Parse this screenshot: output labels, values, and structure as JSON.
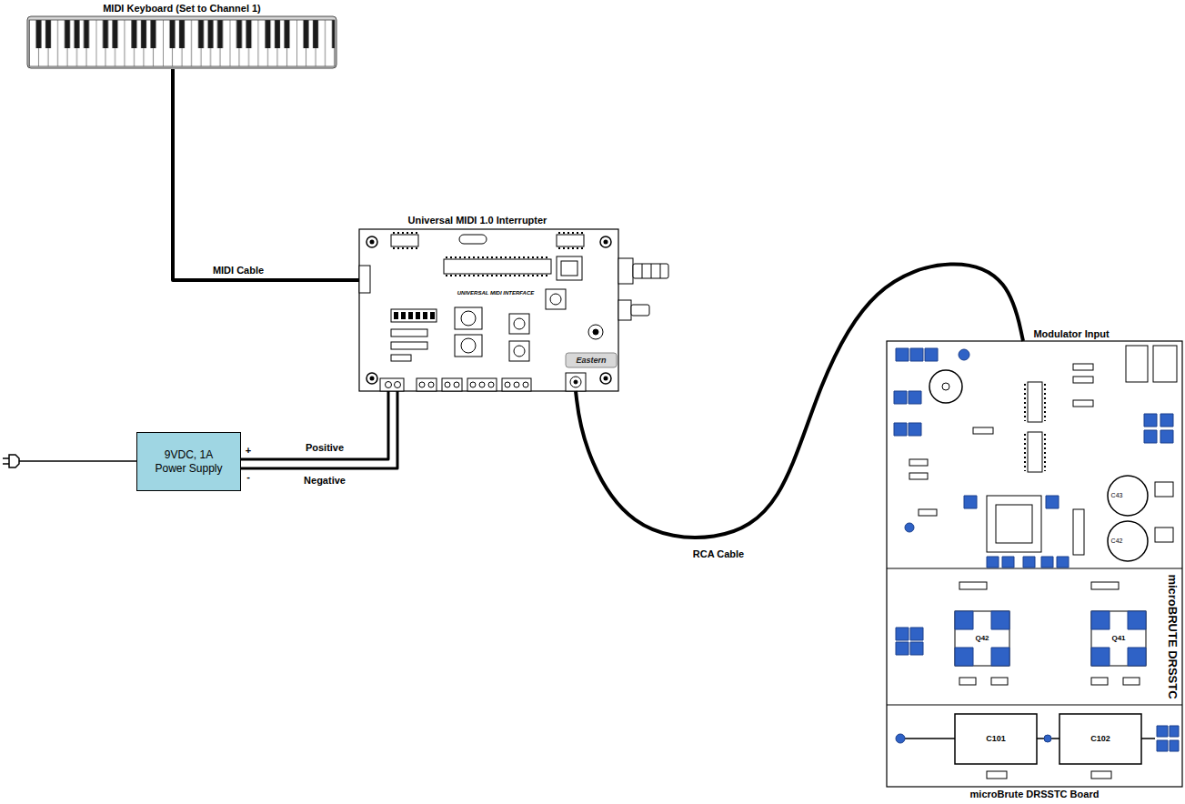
{
  "diagram": {
    "nodes": [
      {
        "text": [
          "MIDI Keyboard (Set to Channel 1)"
        ]
      },
      {
        "text": [
          "Universal MIDI 1.0 Interrupter"
        ]
      },
      {
        "text": [
          "9VDC, 1A Power Supply"
        ]
      },
      {
        "text": [
          "microBrute DRSSTC Board"
        ]
      }
    ],
    "edges": [
      {
        "from": 0,
        "to": 1,
        "arrow": "none",
        "label": "MIDI Cable"
      },
      {
        "from": 2,
        "to": 1,
        "arrow": "none",
        "label": "Positive"
      },
      {
        "from": 2,
        "to": 1,
        "arrow": "none",
        "label": "Negative"
      },
      {
        "from": 1,
        "to": 3,
        "arrow": "none",
        "label": "RCA Cable"
      }
    ],
    "labels": [
      "+",
      "-",
      "Modulator Input",
      "UNIVERSAL MIDI INTERFACE",
      "Eastern",
      "C43",
      "C42",
      "Q42",
      "Q41",
      "microBRUTE DRSSTC",
      "C101",
      "C102"
    ]
  }
}
